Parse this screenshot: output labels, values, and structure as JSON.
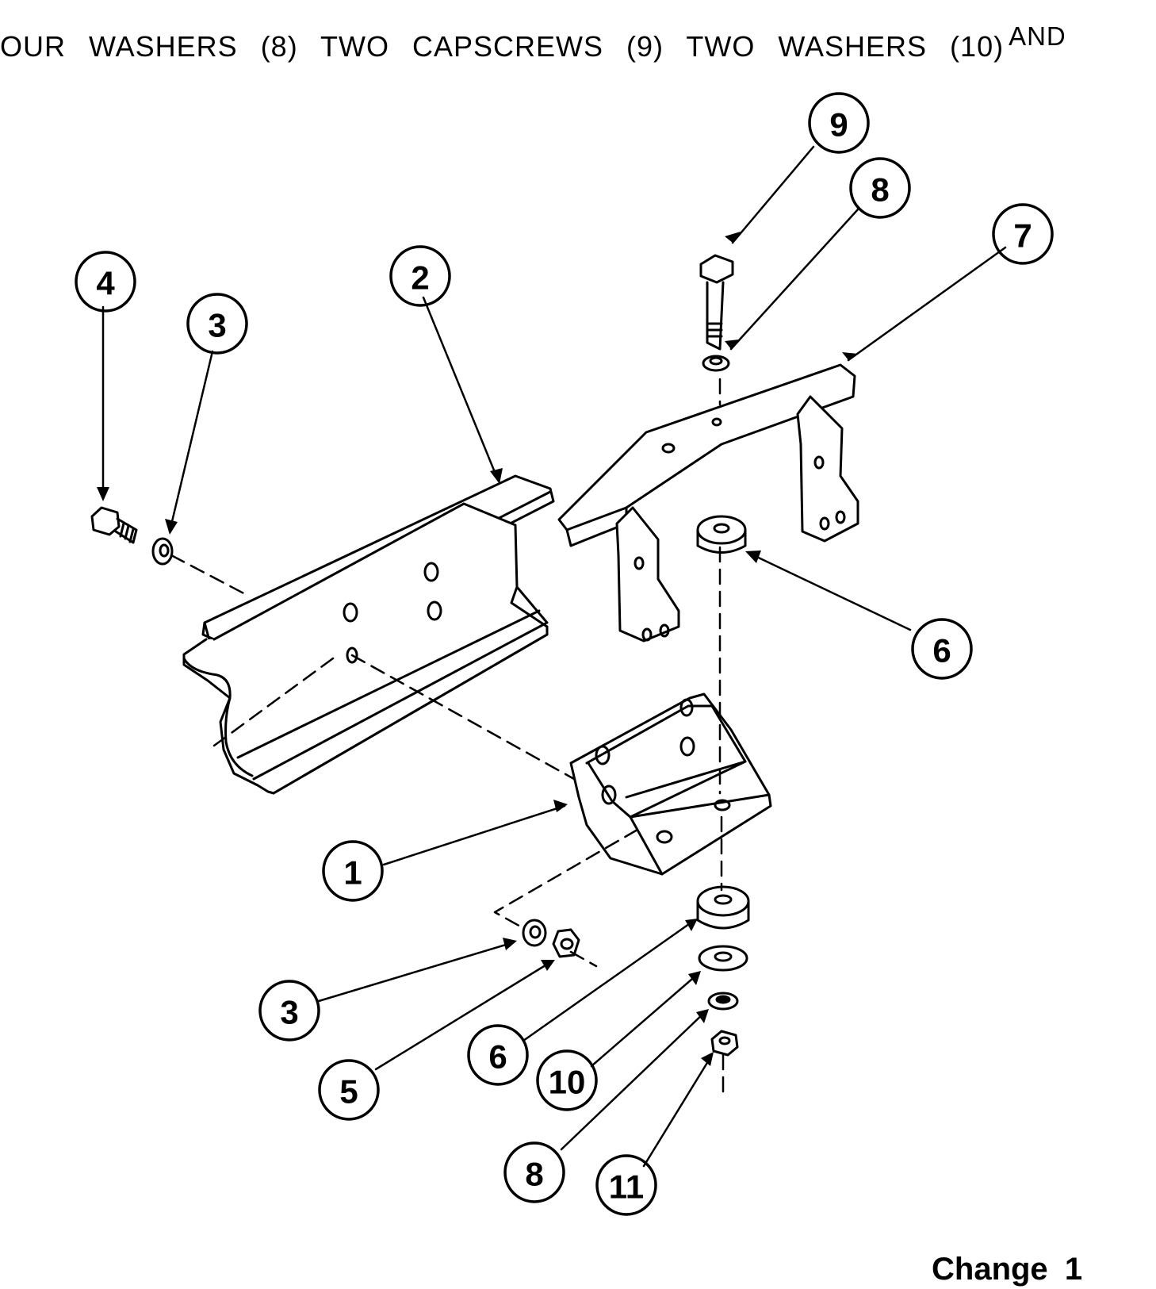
{
  "header": {
    "line": "OUR WASHERS (8) TWO CAPSCREWS (9) TWO WASHERS (10)",
    "trailing": "AND"
  },
  "callouts": [
    "9",
    "8",
    "7",
    "4",
    "3",
    "2",
    "6",
    "1",
    "3",
    "5",
    "6",
    "10",
    "8",
    "11"
  ],
  "footer": {
    "change_label": "Change",
    "change_number": "1"
  }
}
